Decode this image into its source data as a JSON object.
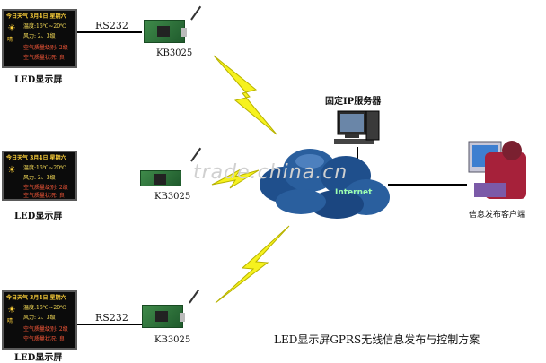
{
  "led_screen": {
    "label": "LED显示屏",
    "row1": "今日天气 3月4日 星期六",
    "row2": "温度:16℃~20℃",
    "row3": "风力: 2、3级",
    "row4": "空气质量级别: 2级",
    "row5": "空气质量状况: 良",
    "weather_word": "晴",
    "sun_icon": "☀"
  },
  "links": {
    "serial_label": "RS232"
  },
  "module": {
    "label": "KB3025"
  },
  "server": {
    "label": "固定IP服务器"
  },
  "internet": {
    "label": "Internet"
  },
  "client": {
    "label": "信息发布客户端"
  },
  "watermark": "trade.china.cn",
  "caption": "LED显示屏GPRS无线信息发布与控制方案",
  "colors": {
    "lightning": "#f6f21e",
    "cloud": "#1f4f8c",
    "led_bg": "#0b0b0b",
    "board": "#2f7a3c"
  }
}
